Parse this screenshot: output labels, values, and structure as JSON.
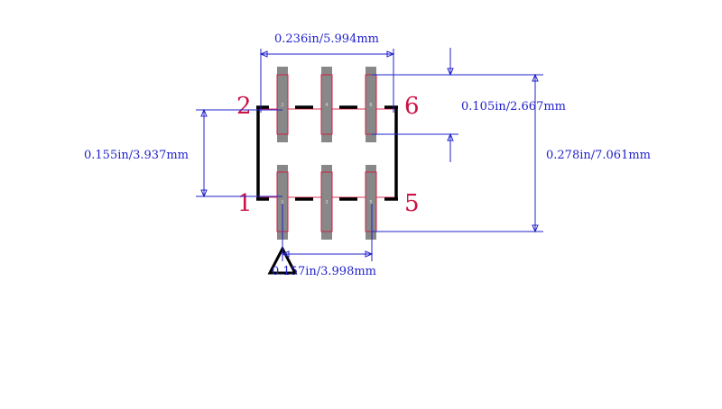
{
  "colors": {
    "dimension": "#2222cc",
    "pin_label": "#cc1144",
    "silkscreen": "#000000",
    "copper": "#888888",
    "pad_outline": "#cc2244",
    "courtyard": "#dd3355",
    "marker_fill": "#ffffff"
  },
  "dimensions": {
    "width": "0.236in/5.994mm",
    "pad_gap": "0.105in/2.667mm",
    "row_pitch": "0.155in/3.937mm",
    "overall_height": "0.278in/7.061mm",
    "pad_span": "0.157in/3.998mm"
  },
  "pins": {
    "p1": "1",
    "p2": "2",
    "p5": "5",
    "p6": "6"
  },
  "pads": [
    "1",
    "2",
    "3",
    "4",
    "5",
    "6"
  ]
}
